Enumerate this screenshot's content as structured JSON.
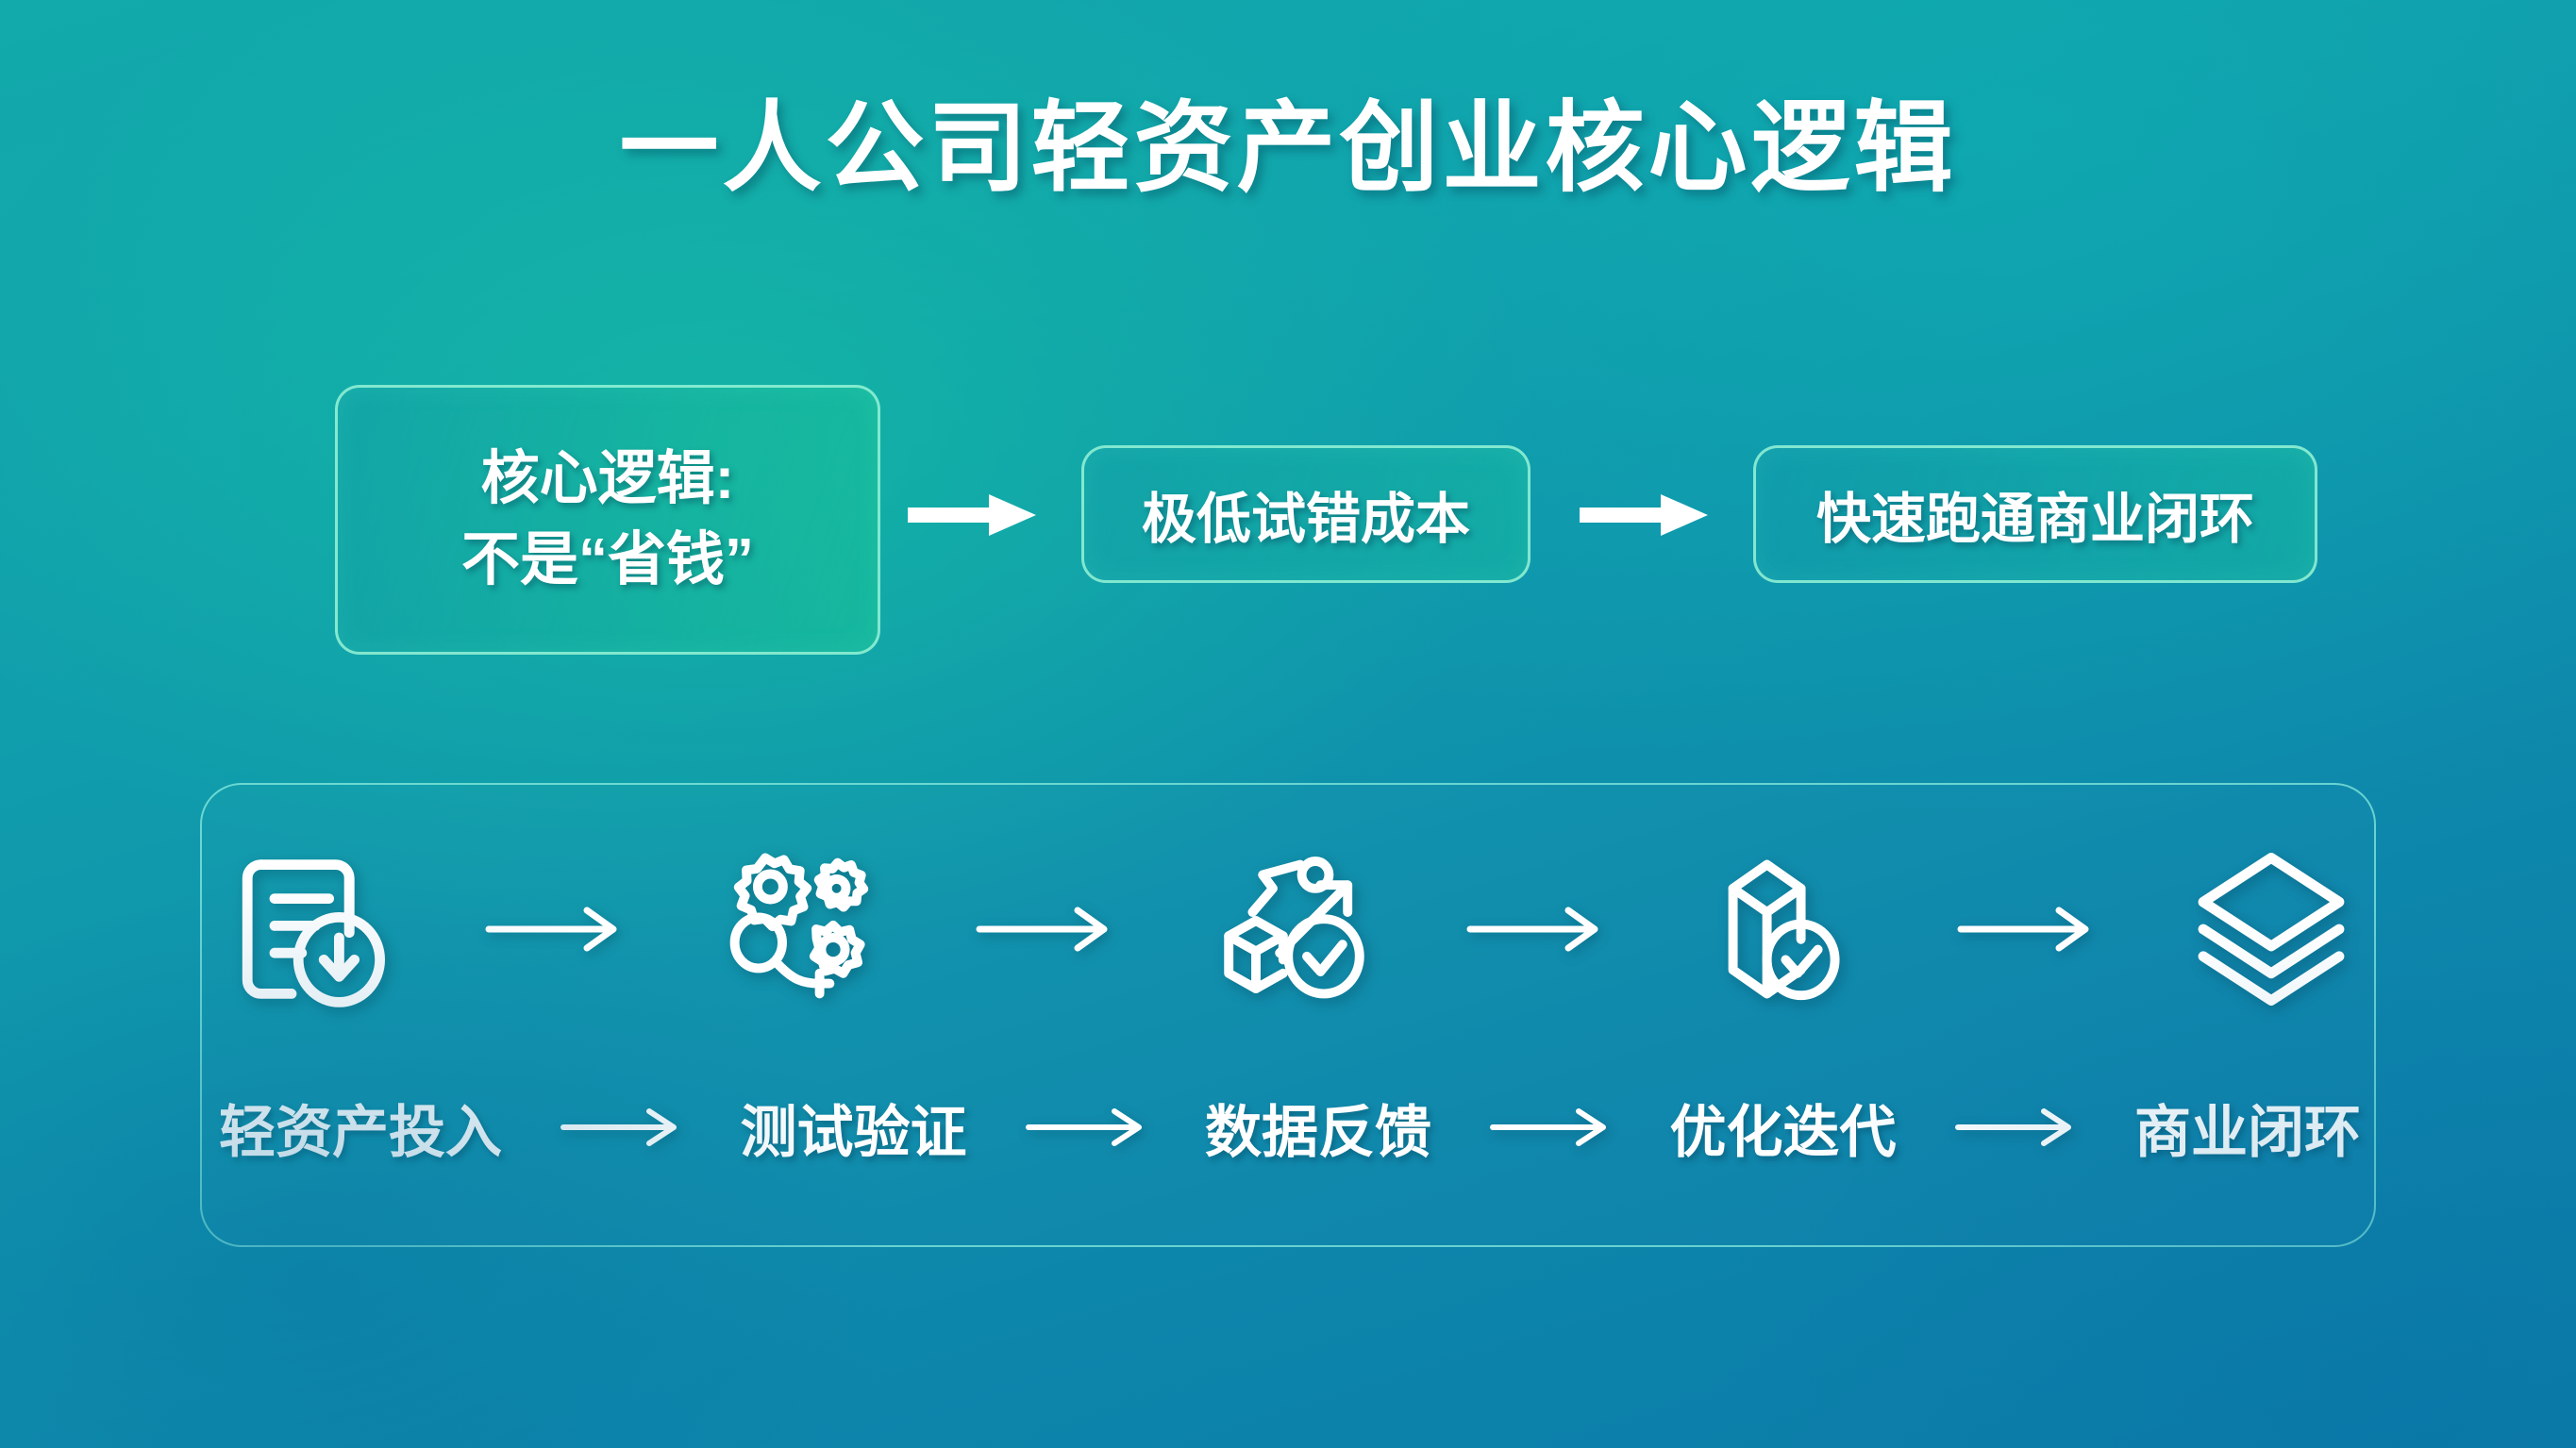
{
  "slide": {
    "title": "一人公司轻资产创业核心逻辑",
    "background_top_color": "#12aaab",
    "background_bottom_color": "#0b7ba8",
    "accent_green": "#1ac496",
    "border_color": "#96f3d7",
    "text_color": "#ffffff"
  },
  "logic_flow": {
    "primary": {
      "line1": "核心逻辑:",
      "line2": "不是“省钱”"
    },
    "steps": [
      {
        "label": "极低试错成本"
      },
      {
        "label": "快速跑通商业闭环"
      }
    ],
    "arrow_glyph": "arrow-right-solid"
  },
  "process": {
    "steps": [
      {
        "label": "轻资产投入",
        "icon": "document-download-icon"
      },
      {
        "label": "测试验证",
        "icon": "gears-magnifier-icon"
      },
      {
        "label": "数据反馈",
        "icon": "box-growth-check-icon"
      },
      {
        "label": "优化迭代",
        "icon": "cube-check-icon"
      },
      {
        "label": "商业闭环",
        "icon": "stacked-layers-icon"
      }
    ],
    "arrow_glyph": "arrow-right-line"
  }
}
